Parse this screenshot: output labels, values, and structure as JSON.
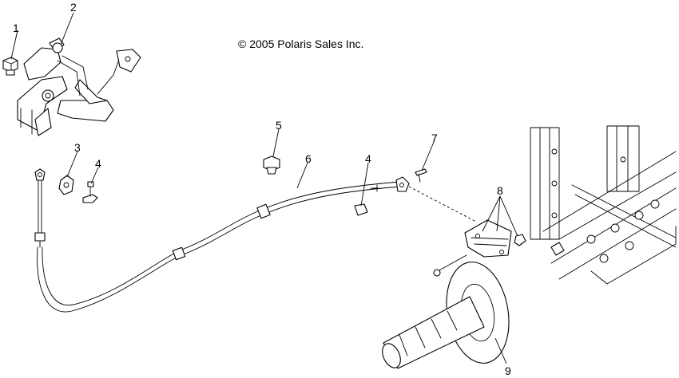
{
  "copyright": "© 2005 Polaris Sales Inc.",
  "callouts": [
    "1",
    "2",
    "3",
    "4",
    "4",
    "5",
    "6",
    "7",
    "8",
    "9"
  ]
}
